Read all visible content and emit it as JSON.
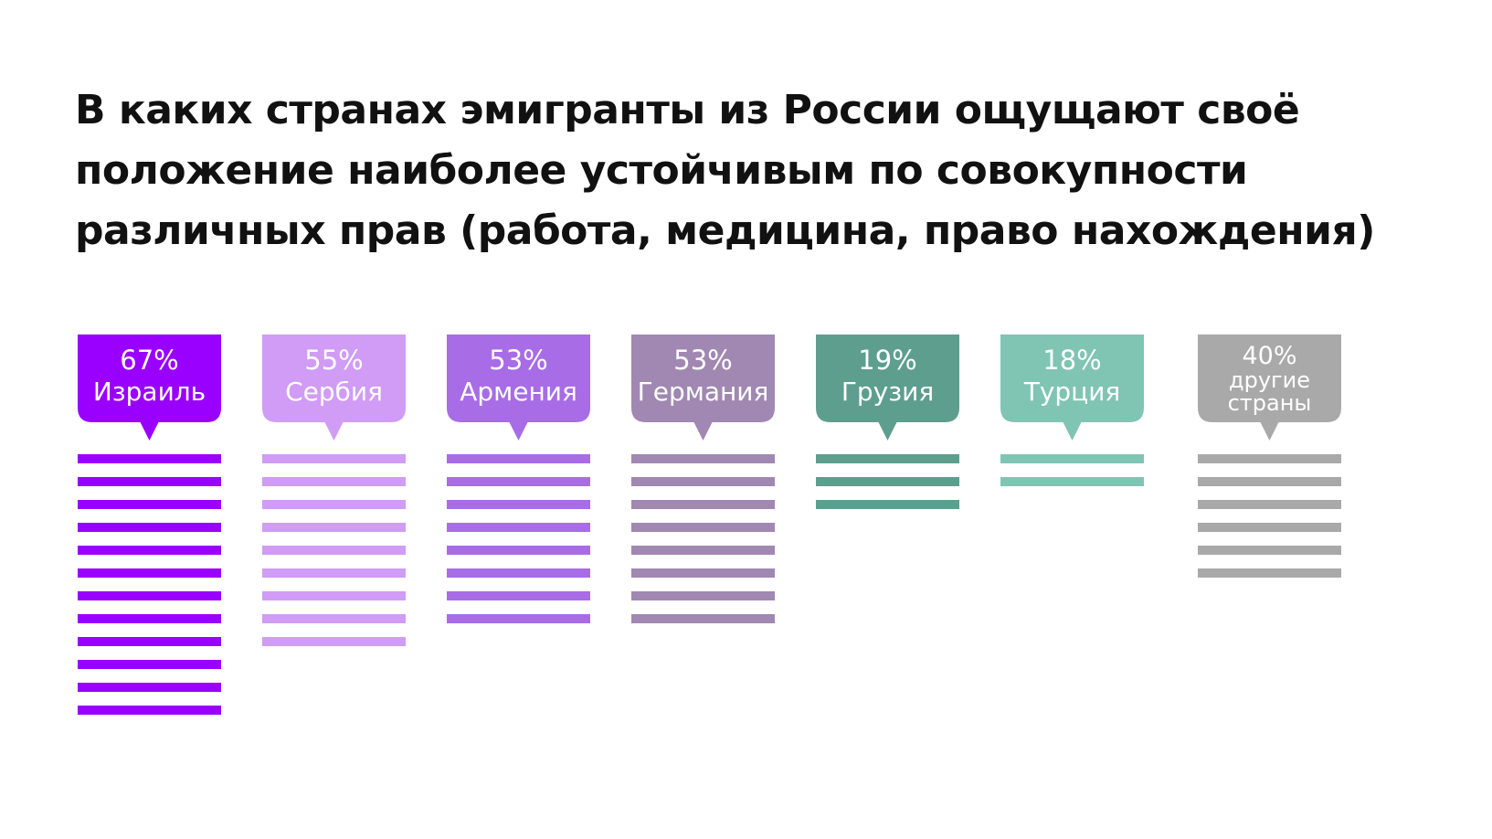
{
  "title_lines": [
    "В каких странах эмигранты из России ощущают своё",
    "положение наиболее устойчивым по совокупности",
    "различных прав (работа, медицина, право нахождения)"
  ],
  "chart_data": {
    "type": "bar",
    "title": "В каких странах эмигранты из России ощущают своё положение наиболее устойчивым по совокупности различных прав (работа, медицина, право нахождения)",
    "categories": [
      "Израиль",
      "Сербия",
      "Армения",
      "Германия",
      "Грузия",
      "Турция",
      "другие страны"
    ],
    "label_lines": [
      [
        "Израиль"
      ],
      [
        "Сербия"
      ],
      [
        "Армения"
      ],
      [
        "Германия"
      ],
      [
        "Грузия"
      ],
      [
        "Турция"
      ],
      [
        "другие",
        "страны"
      ]
    ],
    "value_labels": [
      "67%",
      "55%",
      "53%",
      "53%",
      "19%",
      "18%",
      "40%"
    ],
    "values": [
      67,
      55,
      53,
      53,
      19,
      18,
      40
    ],
    "unit": "%",
    "stripes_per_bar": [
      12,
      9,
      8,
      8,
      3,
      2,
      6
    ],
    "colors": [
      "#9900FF",
      "#D09CF5",
      "#A86CE6",
      "#A088B2",
      "#5E9E8E",
      "#80C4B4",
      "#A9A9A9"
    ]
  }
}
